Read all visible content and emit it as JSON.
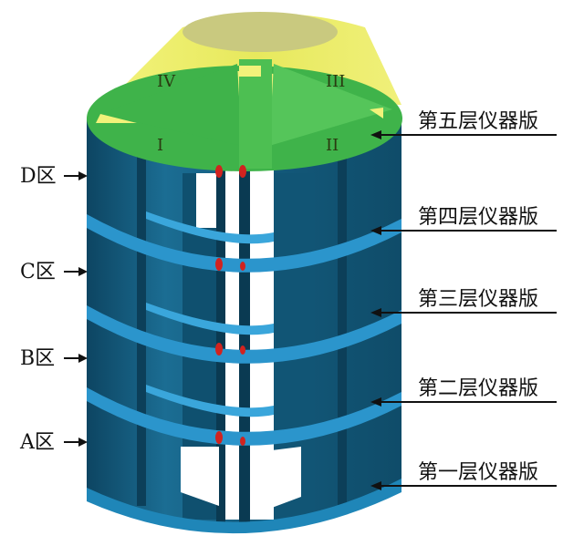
{
  "zones": [
    {
      "id": "D",
      "label": "D区"
    },
    {
      "id": "C",
      "label": "C区"
    },
    {
      "id": "B",
      "label": "B区"
    },
    {
      "id": "A",
      "label": "A区"
    }
  ],
  "layers": [
    {
      "id": "5",
      "label": "第五层仪器版"
    },
    {
      "id": "4",
      "label": "第四层仪器版"
    },
    {
      "id": "3",
      "label": "第三层仪器版"
    },
    {
      "id": "2",
      "label": "第二层仪器版"
    },
    {
      "id": "1",
      "label": "第一层仪器版"
    }
  ],
  "quadrants": [
    {
      "id": "IV",
      "label": "IV"
    },
    {
      "id": "III",
      "label": "III"
    },
    {
      "id": "I",
      "label": "I"
    },
    {
      "id": "II",
      "label": "II"
    }
  ],
  "colors": {
    "cylinder_dark": "#114f6b",
    "cylinder_mid": "#1a6f93",
    "cylinder_light": "#2a8fbf",
    "shelf": "#2b95cc",
    "top_plate": "#3fb34a",
    "top_plate_light": "#6cd36a",
    "cone": "#e6e85a",
    "cone_top": "#c8c87a",
    "marker": "#d1231f"
  }
}
